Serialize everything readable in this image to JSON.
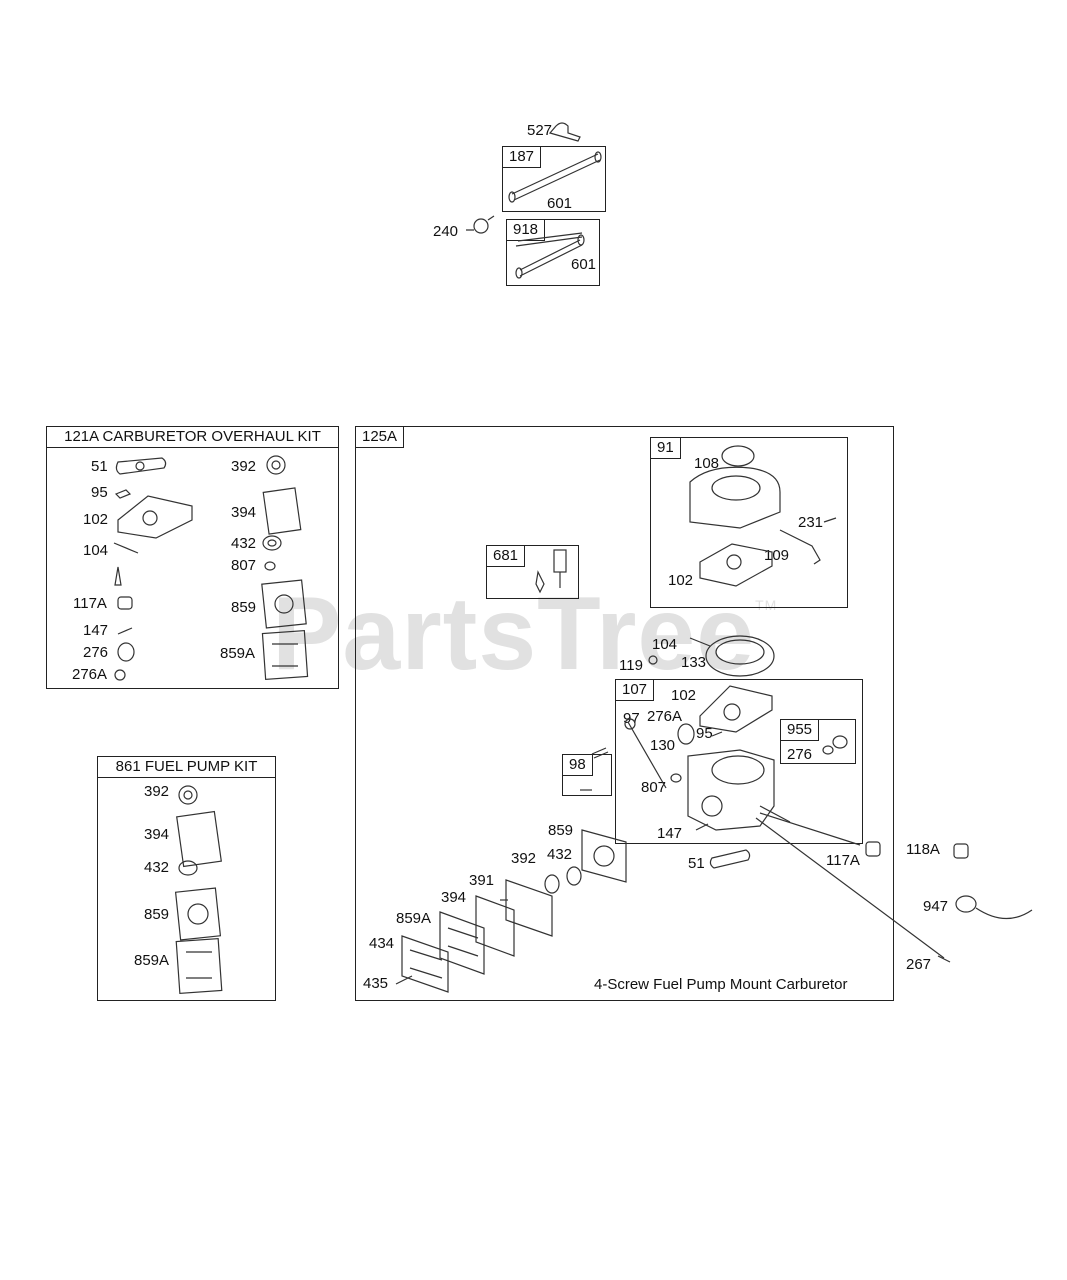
{
  "watermark": {
    "text": "PartsTree",
    "tm": "TM"
  },
  "top_group": {
    "box_a": {
      "tag": "187",
      "part": "601"
    },
    "box_b": {
      "tag": "918",
      "part": "601"
    },
    "clamp": "527",
    "fitting": "240"
  },
  "overhaul_kit": {
    "title": "121A CARBURETOR OVERHAUL KIT",
    "labels": [
      "51",
      "392",
      "95",
      "102",
      "394",
      "104",
      "432",
      "807",
      "117A",
      "859",
      "147",
      "276",
      "859A",
      "276A"
    ]
  },
  "fuel_pump_kit": {
    "title": "861 FUEL PUMP KIT",
    "labels": [
      "392",
      "394",
      "432",
      "859",
      "859A"
    ]
  },
  "carburetor": {
    "tag": "125A",
    "caption": "4-Screw Fuel Pump Mount Carburetor",
    "box_91": {
      "tag": "91",
      "labels": [
        "108",
        "231",
        "109",
        "102"
      ]
    },
    "box_681": {
      "tag": "681"
    },
    "box_107": {
      "tag": "107",
      "labels": [
        "102",
        "97",
        "276A",
        "130",
        "95",
        "807",
        "147"
      ]
    },
    "box_955": {
      "tag": "955",
      "part": "276"
    },
    "box_98": {
      "tag": "98"
    },
    "free_labels": [
      "104",
      "119",
      "133",
      "859",
      "432",
      "392",
      "391",
      "394",
      "859A",
      "434",
      "435",
      "51",
      "117A"
    ]
  },
  "outside_labels": [
    "118A",
    "947",
    "267"
  ]
}
